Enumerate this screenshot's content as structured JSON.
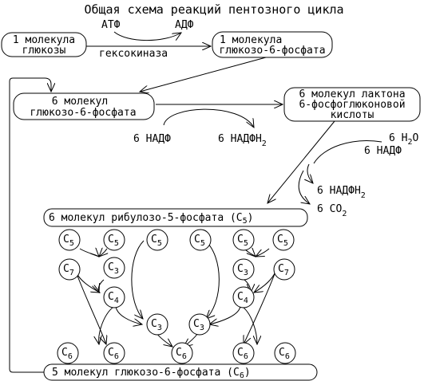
{
  "title": "Общая схема реакций пентозного цикла",
  "boxes": {
    "glucose": [
      "1 молекула",
      "глюкозы"
    ],
    "g6p_1": [
      "1 молекула",
      "глюкозо-6-фосфата"
    ],
    "g6p_6": [
      "6 молекул",
      "глюкозо-6-фосфата"
    ],
    "lactone": [
      "6 молекул лактона",
      "6-фосфоглюконовой",
      "кислоты"
    ],
    "ribulose": "6 молекул рибулозо-5-фосфата (C",
    "ribulose_sub": "5",
    "g6p_5": "5 молекул глюкозо-6-фосфата (C",
    "g6p_5_sub": "6"
  },
  "reaction1": {
    "atp": "АТФ",
    "adp": "АДФ",
    "enzyme": "гексокиназа"
  },
  "reaction2": {
    "nadp": "6 НАДФ",
    "nadph": "6 НАДФН",
    "nadph_sub": "2"
  },
  "reaction3": {
    "water": "6 H",
    "water_sub": "2",
    "water_end": "O",
    "nadp": "6 НАДФ",
    "nadph": "6 НАДФН",
    "nadph_sub": "2",
    "co2": "6 CO",
    "co2_sub": "2"
  },
  "circle_letter": "C",
  "circles": [
    {
      "sub": "5"
    },
    {
      "sub": "5"
    },
    {
      "sub": "5"
    },
    {
      "sub": "5"
    },
    {
      "sub": "5"
    },
    {
      "sub": "5"
    },
    {
      "sub": "7"
    },
    {
      "sub": "3"
    },
    {
      "sub": "3"
    },
    {
      "sub": "7"
    },
    {
      "sub": "4"
    },
    {
      "sub": "4"
    },
    {
      "sub": "3"
    },
    {
      "sub": "3"
    },
    {
      "sub": "6"
    },
    {
      "sub": "6"
    },
    {
      "sub": "6"
    },
    {
      "sub": "6"
    },
    {
      "sub": "6"
    }
  ]
}
